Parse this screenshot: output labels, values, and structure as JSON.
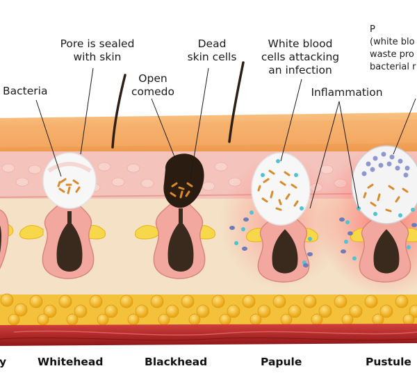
{
  "callouts": {
    "pore_sealed": "Pore is sealed\nwith skin",
    "dead_cells": "Dead\nskin cells",
    "white_blood": "White blood\ncells attacking\nan infection",
    "pus": "P\n(white blo\nwaste pro\nbacterial r",
    "bacteria": "Bacteria",
    "open_comedo": "Open\ncomedo",
    "inflammation": "Inflammation"
  },
  "stages": {
    "left_partial": "y",
    "whitehead": "Whitehead",
    "blackhead": "Blackhead",
    "papule": "Papule",
    "pustule": "Pustule"
  },
  "colors": {
    "epidermis": "#f2a45c",
    "dermis_pink": "#f4c3bb",
    "dermis_cream": "#f4e1c6",
    "fat": "#f3b51c",
    "muscle": "#b52025",
    "hair": "#2e1f14",
    "sebum": "#f7d84b",
    "inflammation": "#ff8a8a",
    "bacteria": "#d98a2b",
    "white_cell": "#4fc3d6"
  }
}
